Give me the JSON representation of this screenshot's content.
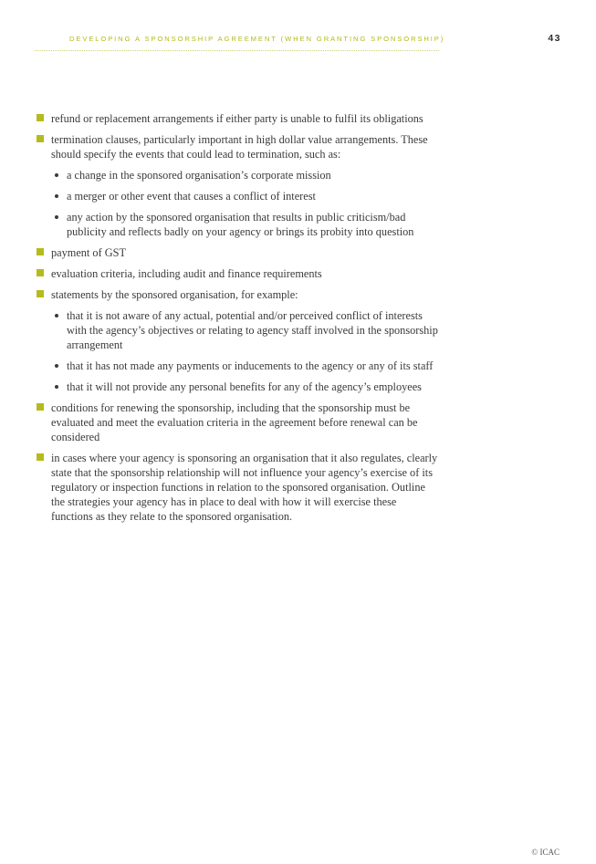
{
  "header": {
    "title": "DEVELOPING A SPONSORSHIP AGREEMENT (WHEN GRANTING SPONSORSHIP)",
    "page_number": "43"
  },
  "items": [
    {
      "text": "refund or replacement arrangements if either party is unable to fulfil its obligations",
      "subitems": []
    },
    {
      "text": "termination clauses, particularly important in high dollar value arrangements. These should specify the events that could lead to termination, such as:",
      "subitems": [
        "a change in the sponsored organisation’s corporate mission",
        "a merger or other event that causes a conflict of interest",
        "any action by the sponsored organisation that results in public criticism/bad publicity and reflects badly on your agency or brings its probity into question"
      ]
    },
    {
      "text": "payment of GST",
      "subitems": []
    },
    {
      "text": "evaluation criteria, including audit and finance requirements",
      "subitems": []
    },
    {
      "text": "statements by the sponsored organisation, for example:",
      "subitems": [
        "that it is not aware of any actual, potential and/or perceived conflict of interests with the agency’s objectives or relating to agency staff involved in the sponsorship arrangement",
        "that it has not made any payments or inducements to the agency or any of its staff",
        "that it will not provide any personal benefits for any of the agency’s employees"
      ]
    },
    {
      "text": "conditions for renewing the sponsorship, including that the sponsorship must be evaluated and meet the evaluation criteria in the agreement before renewal can be considered",
      "subitems": []
    },
    {
      "text": "in cases where your agency is sponsoring an organisation that it also regulates, clearly state that the sponsorship relationship will not influence your agency’s exercise of its regulatory or inspection functions in relation to the sponsored organisation. Outline the strategies your agency has in place to deal with how it will exercise these functions as they relate to the sponsored organisation.",
      "subitems": []
    }
  ],
  "footer": {
    "copyright": "© ICAC"
  },
  "colors": {
    "accent": "#b4bb1c",
    "header_text": "#b4b818",
    "body_text": "#3a3a3a"
  }
}
